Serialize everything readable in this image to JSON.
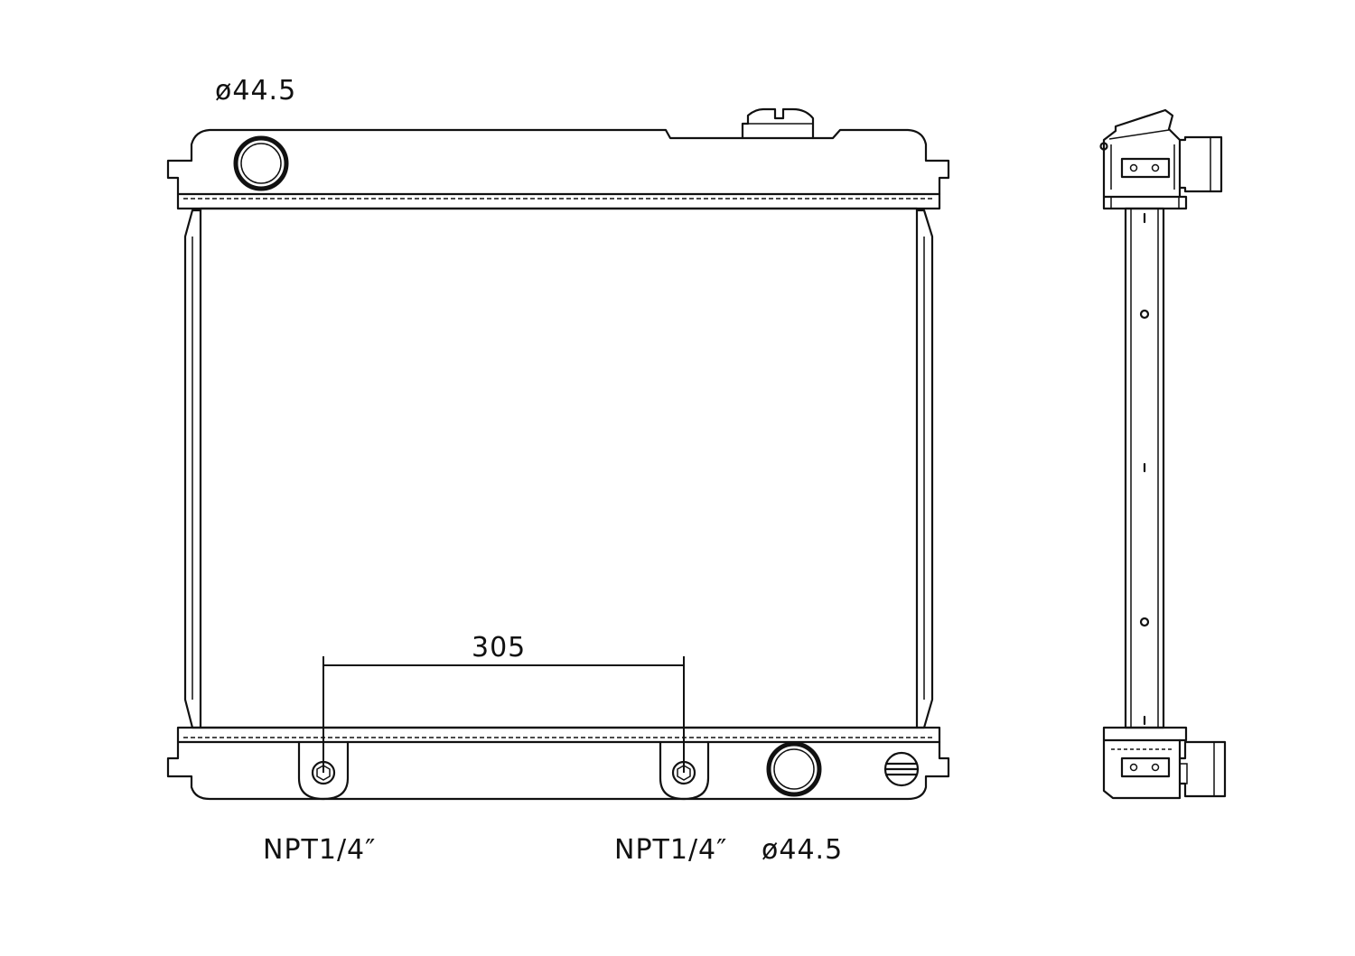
{
  "annotations": {
    "top_inlet_diameter": "ø44.5",
    "port_spacing": "305",
    "drain_left": "NPT1/4″",
    "drain_right": "NPT1/4″",
    "bottom_outlet_diameter": "ø44.5"
  },
  "colors": {
    "line": "#111111",
    "background": "#ffffff"
  }
}
